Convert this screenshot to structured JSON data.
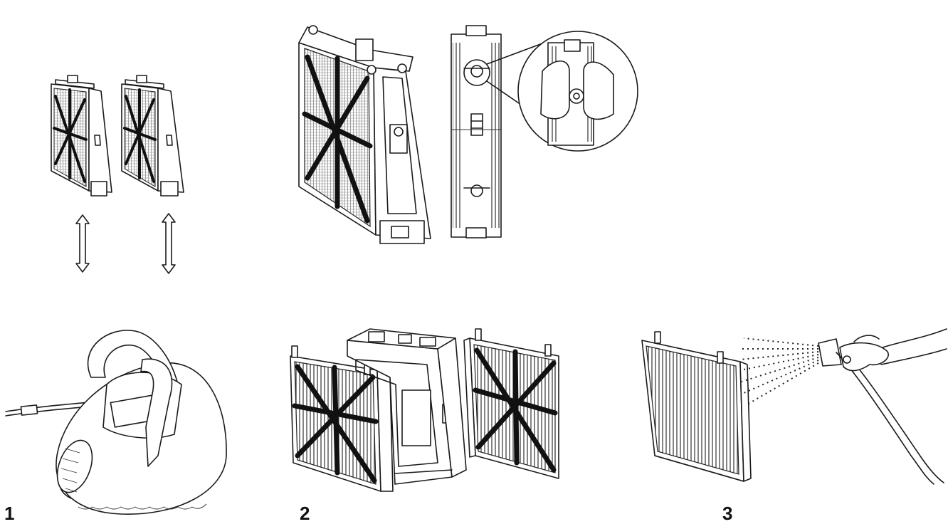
{
  "steps": {
    "one": "1",
    "two": "2",
    "three": "3"
  },
  "icons": {
    "arrows": "double-arrow-icon",
    "magnifier": "magnifier-callout-icon",
    "water": "water-spray-icon"
  },
  "colors": {
    "line": "#1a1a1a",
    "background": "#ffffff"
  }
}
